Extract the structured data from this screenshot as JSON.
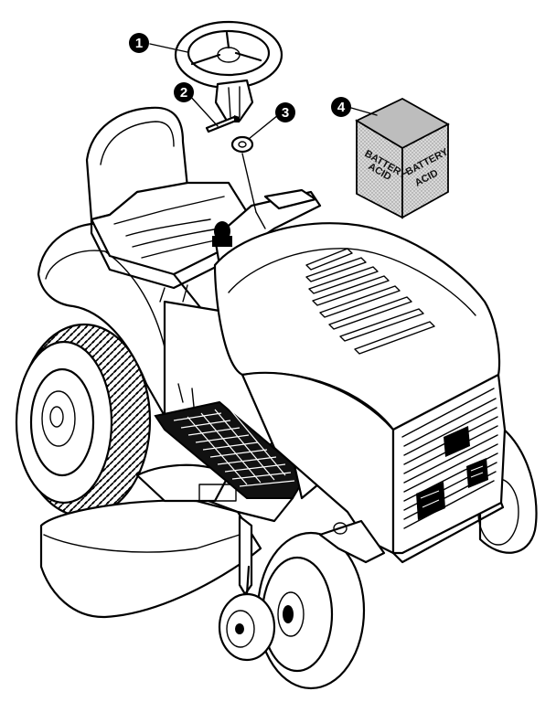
{
  "callouts": [
    {
      "id": "1",
      "part": "steering-wheel"
    },
    {
      "id": "2",
      "part": "steering-column-bolt"
    },
    {
      "id": "3",
      "part": "washer"
    },
    {
      "id": "4",
      "part": "battery-acid-box"
    }
  ],
  "battery_box": {
    "label_left_line1": "BATTERY",
    "label_left_line2": "ACID",
    "label_right_line1": "BATTERY",
    "label_right_line2": "ACID",
    "shade_color": "#bdbdbd"
  },
  "colors": {
    "ink": "#000000",
    "callout_fill": "#000000",
    "background": "#ffffff"
  }
}
